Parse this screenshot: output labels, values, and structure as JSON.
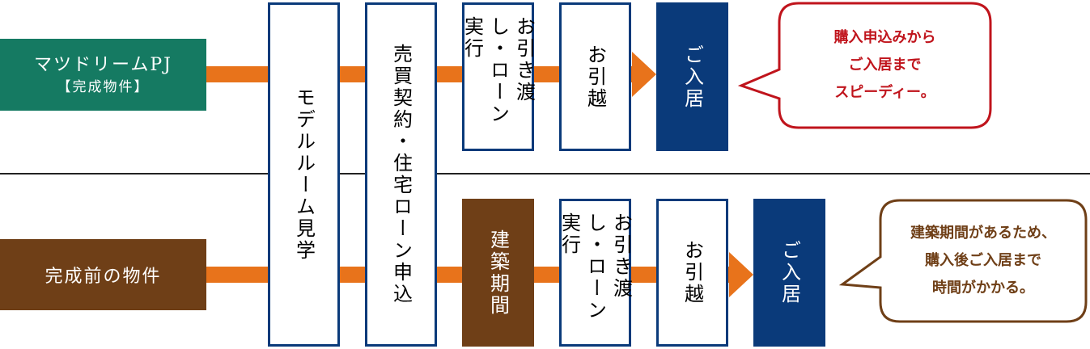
{
  "rows": {
    "completed": {
      "title": "マツドリームPJ",
      "subtitle": "【完成物件】"
    },
    "pre_completion": {
      "title": "完成前の物件"
    }
  },
  "shared_steps": {
    "model_room": "モデルルーム見学",
    "contract": "売買契約・住宅ローン申込"
  },
  "top_steps": {
    "handover": "お引き渡し・ローン実行",
    "move": "お引越",
    "move_in": "ご入居"
  },
  "bottom_steps": {
    "construction": "建築期間",
    "handover": "お引き渡し・ローン実行",
    "move": "お引越",
    "move_in": "ご入居"
  },
  "bubbles": {
    "top": [
      "購入申込みから",
      "ご入居まで",
      "スピーディー。"
    ],
    "bottom": [
      "建築期間があるため、",
      "購入後ご入居まで",
      "時間がかかる。"
    ]
  },
  "colors": {
    "green": "#157a62",
    "brown": "#6f3f17",
    "navy": "#0a3a7a",
    "orange": "#e8731b",
    "red": "#c0141c"
  }
}
